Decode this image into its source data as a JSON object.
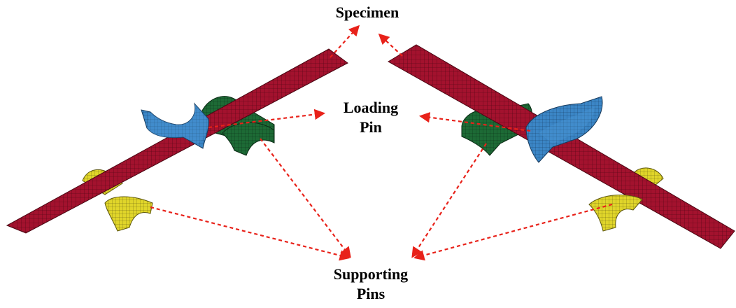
{
  "labels": {
    "specimen": "Specimen",
    "loading_line1": "Loading",
    "loading_line2": "Pin",
    "supporting_line1": "Supporting",
    "supporting_line2": "Pins"
  },
  "colors": {
    "specimen": "#a3122e",
    "loading_pin": "#3b86c6",
    "back_support_pin": "#1d6a35",
    "front_support_pin": "#e0d52a",
    "mesh_line": "#1a1a1a",
    "arrow": "#e8221a"
  },
  "icons": {
    "left_assembly": "three-point-bend-mesh-left",
    "right_assembly": "three-point-bend-mesh-right"
  }
}
